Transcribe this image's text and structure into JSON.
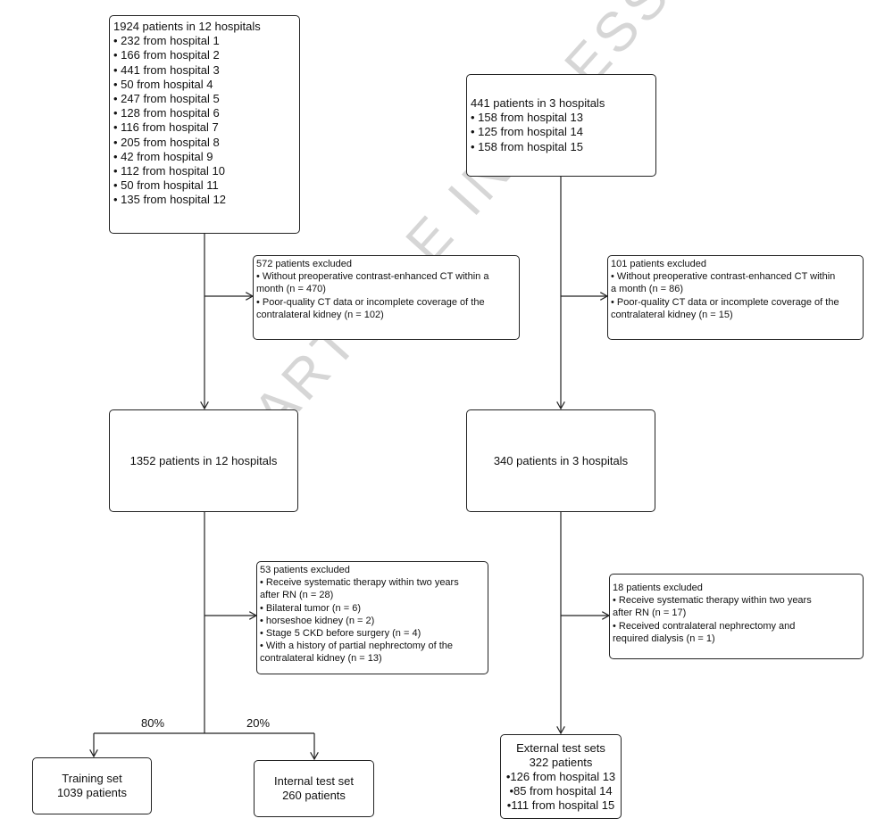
{
  "watermark": "ARTICLE IN PRESS",
  "left": {
    "source": {
      "title": "1924 patients in 12 hospitals",
      "items": [
        "• 232 from hospital 1",
        "• 166 from hospital 2",
        "• 441 from hospital 3",
        "• 50 from hospital 4",
        "• 247 from hospital 5",
        "• 128 from hospital 6",
        "• 116 from hospital 7",
        "• 205 from hospital 8",
        "• 42 from hospital 9",
        "• 112 from hospital 10",
        "• 50 from hospital 11",
        "• 135 from hospital 12"
      ]
    },
    "exclusion1": {
      "lines": [
        "572 patients excluded",
        "• Without preoperative contrast-enhanced CT within a",
        "month (n = 470)",
        "• Poor-quality CT data or incomplete coverage of the",
        "contralateral kidney (n = 102)"
      ]
    },
    "middle": {
      "label": "1352 patients in 12 hospitals"
    },
    "exclusion2": {
      "lines": [
        "53 patients excluded",
        "• Receive systematic therapy within two years",
        "after RN (n = 28)",
        "• Bilateral tumor (n = 6)",
        "• horseshoe kidney (n = 2)",
        "• Stage 5 CKD before surgery (n = 4)",
        "• With a history of partial nephrectomy of the",
        "contralateral kidney (n = 13)"
      ]
    },
    "split": {
      "training_pct": "80%",
      "internal_pct": "20%"
    },
    "training": {
      "lines": [
        "Training set",
        "1039 patients"
      ]
    },
    "internal": {
      "lines": [
        "Internal test set",
        "260 patients"
      ]
    }
  },
  "right": {
    "source": {
      "title": "441 patients in 3 hospitals",
      "items": [
        "• 158 from hospital 13",
        "• 125 from hospital 14",
        "• 158 from hospital 15"
      ]
    },
    "exclusion1": {
      "lines": [
        "101 patients excluded",
        "• Without preoperative contrast-enhanced CT within",
        "a month (n = 86)",
        "• Poor-quality CT data or incomplete coverage of the",
        "contralateral kidney (n = 15)"
      ]
    },
    "middle": {
      "label": "340 patients in 3 hospitals"
    },
    "exclusion2": {
      "lines": [
        "18 patients excluded",
        "• Receive systematic therapy within two years",
        "after RN (n = 17)",
        "• Received contralateral nephrectomy and",
        "required dialysis (n = 1)"
      ]
    },
    "external": {
      "lines": [
        "External test sets",
        "322 patients",
        "•126 from hospital 13",
        "•85 from hospital 14",
        "•111 from hospital 15"
      ]
    }
  }
}
